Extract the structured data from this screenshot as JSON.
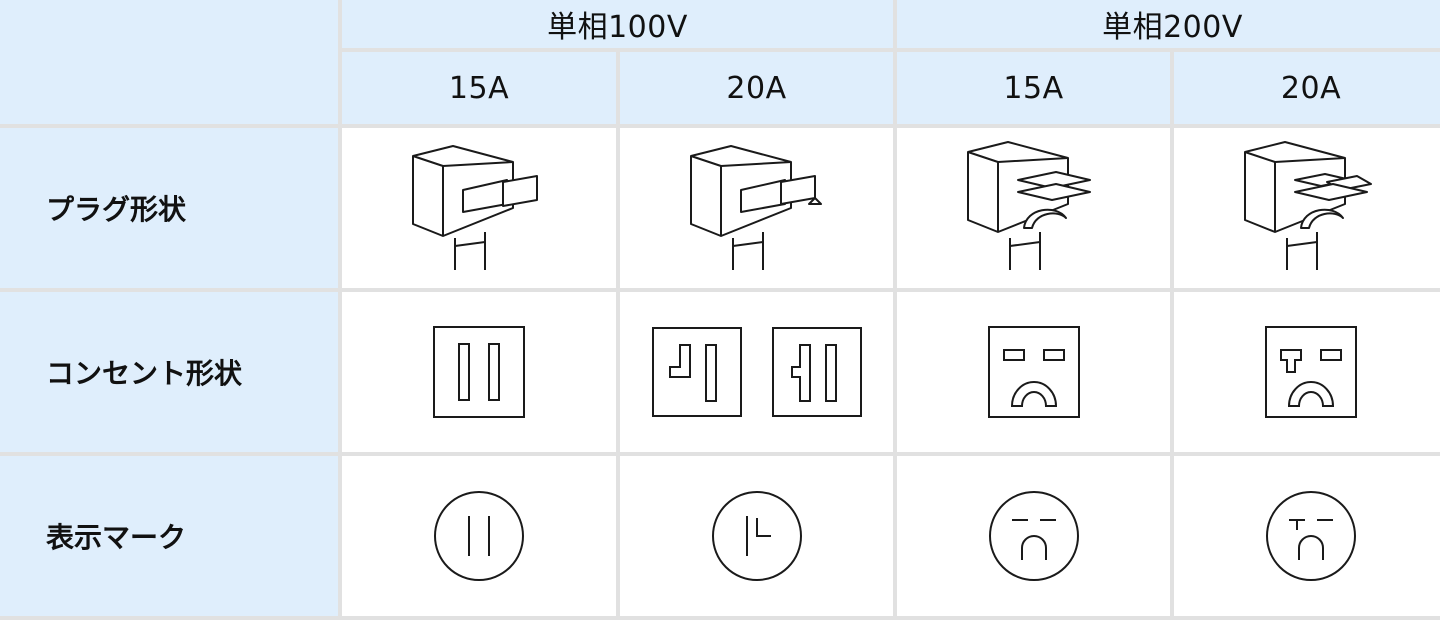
{
  "header": {
    "group_100v": "単相100V",
    "group_200v": "単相200V",
    "sub": [
      "15A",
      "20A",
      "15A",
      "20A"
    ]
  },
  "rows": {
    "plug": "プラグ形状",
    "outlet": "コンセント形状",
    "mark": "表示マーク"
  },
  "icons": {
    "plug": [
      "plug-100v-15a-icon",
      "plug-100v-20a-icon",
      "plug-200v-15a-icon",
      "plug-200v-20a-icon"
    ],
    "outlet": [
      "outlet-100v-15a-icon",
      "outlet-100v-20a-icon",
      "outlet-100v-20a-alt-icon",
      "outlet-200v-15a-icon",
      "outlet-200v-20a-icon"
    ],
    "mark": [
      "mark-100v-15a-icon",
      "mark-100v-20a-icon",
      "mark-200v-15a-icon",
      "mark-200v-20a-icon"
    ]
  },
  "colors": {
    "header_bg": "#dfeefc",
    "border": "#e1e1e1",
    "line": "#1a1a1a"
  }
}
